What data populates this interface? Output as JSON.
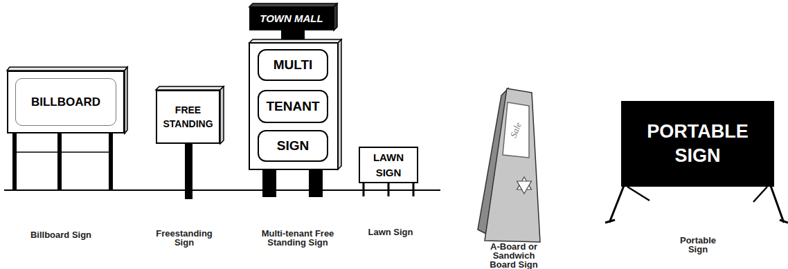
{
  "diagram": {
    "nodes": [
      {
        "text": [
          "BILLBOARD"
        ]
      },
      {
        "text": [
          "FREE STANDING"
        ]
      },
      {
        "text": [
          "TOWN MALL"
        ]
      },
      {
        "text": [
          "MULTI"
        ]
      },
      {
        "text": [
          "TENANT"
        ]
      },
      {
        "text": [
          "SIGN"
        ]
      },
      {
        "text": [
          "LAWN SIGN"
        ]
      },
      {
        "text": [
          "Sale"
        ]
      },
      {
        "text": [
          "PORTABLE SIGN"
        ]
      }
    ],
    "labels": [
      "Billboard Sign",
      "Freestanding Sign",
      "Multi-tenant Free Standing Sign",
      "Lawn Sign",
      "A-Board or Sandwich Board Sign",
      "Portable Sign"
    ]
  }
}
